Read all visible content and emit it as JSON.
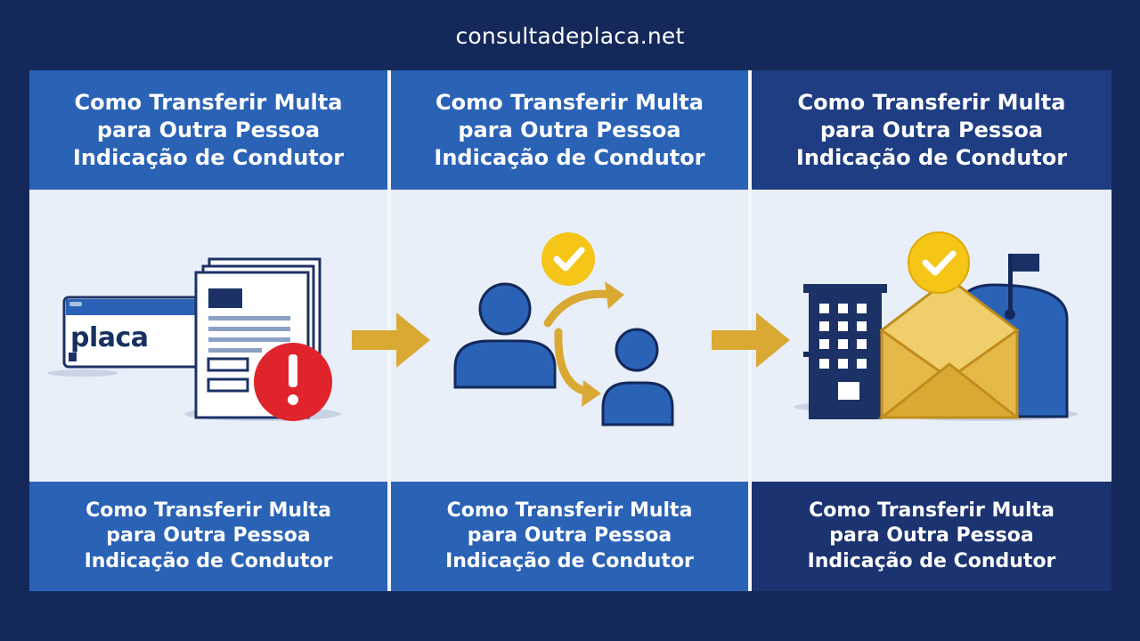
{
  "site": {
    "title": "consultadeplaca.net"
  },
  "panels": [
    {
      "header": "Como Transferir Multa\npara Outra Pessoa\nIndicação de Condutor",
      "footer": "Como Transferir Multa\npara Outra Pessoa\nIndicação de Condutor"
    },
    {
      "header": "Como Transferir Multa\npara Outra Pessoa\nIndicação de Condutor",
      "footer": "Como Transferir Multa\npara Outra Pessoa\nIndicação de Condutor"
    },
    {
      "header": "Como Transferir Multa\npara Outra Pessoa\nIndicação de Condutor",
      "footer": "Como Transferir Multa\npara Outra Pessoa\nIndicação de Condutor"
    }
  ],
  "plate": {
    "text": "placa"
  },
  "icons": [
    "license-plate-icon",
    "fine-document-icon",
    "alert-icon",
    "person-icon",
    "transfer-arrow-icon",
    "check-icon",
    "building-icon",
    "envelope-icon",
    "mailbox-icon",
    "right-arrow-icon"
  ],
  "colors": {
    "navy": "#14295a",
    "blue": "#2a62b6",
    "dark_blue": "#1f3d82",
    "gold": "#d9a933",
    "alert_red": "#e0242c",
    "check_yellow": "#f5c518"
  }
}
